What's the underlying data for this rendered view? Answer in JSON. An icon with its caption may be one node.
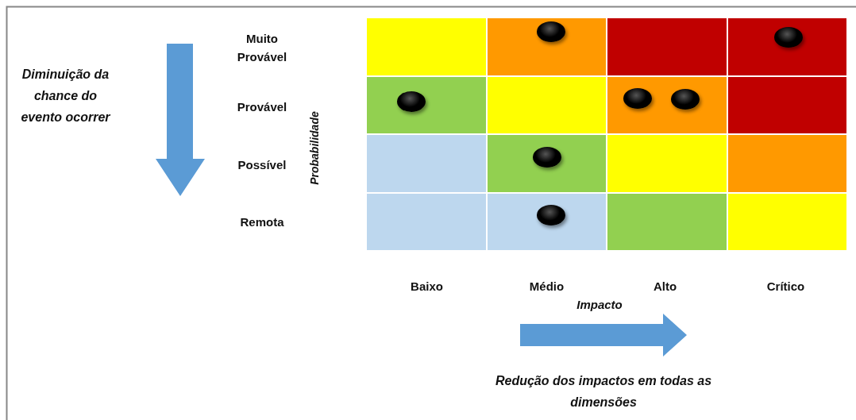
{
  "diagram": {
    "nodes": [
      {
        "text": [],
        "shape": "box"
      },
      {
        "text": [],
        "shape": "box"
      },
      {
        "text": [],
        "shape": "box"
      },
      {
        "text": [],
        "shape": "box"
      },
      {
        "text": [],
        "shape": "box"
      },
      {
        "text": [],
        "shape": "box"
      },
      {
        "text": [],
        "shape": "box"
      },
      {
        "text": [],
        "shape": "box"
      },
      {
        "text": [],
        "shape": "box"
      },
      {
        "text": [],
        "shape": "box"
      },
      {
        "text": [],
        "shape": "box"
      },
      {
        "text": [],
        "shape": "box"
      },
      {
        "text": [],
        "shape": "box"
      },
      {
        "text": [],
        "shape": "box"
      },
      {
        "text": [],
        "shape": "box"
      },
      {
        "text": [],
        "shape": "box"
      },
      {
        "text": [],
        "shape": "circle",
        "in": 1
      },
      {
        "text": [],
        "shape": "circle",
        "in": 3
      },
      {
        "text": [],
        "shape": "circle",
        "in": 4
      },
      {
        "text": [],
        "shape": "circle",
        "in": 6
      },
      {
        "text": [],
        "shape": "circle",
        "in": 6
      },
      {
        "text": [],
        "shape": "circle",
        "in": 9
      },
      {
        "text": [],
        "shape": "circle",
        "in": 13
      }
    ],
    "labels": [
      "Muito Provável",
      "Diminuição da chance do evento ocorrer",
      "Provável",
      "Probabilidade",
      "Possível",
      "Remota",
      "Baixo",
      "Médio",
      "Alto",
      "Crítico",
      "Impacto",
      "Redução dos impactos em todas as dimensões"
    ]
  }
}
